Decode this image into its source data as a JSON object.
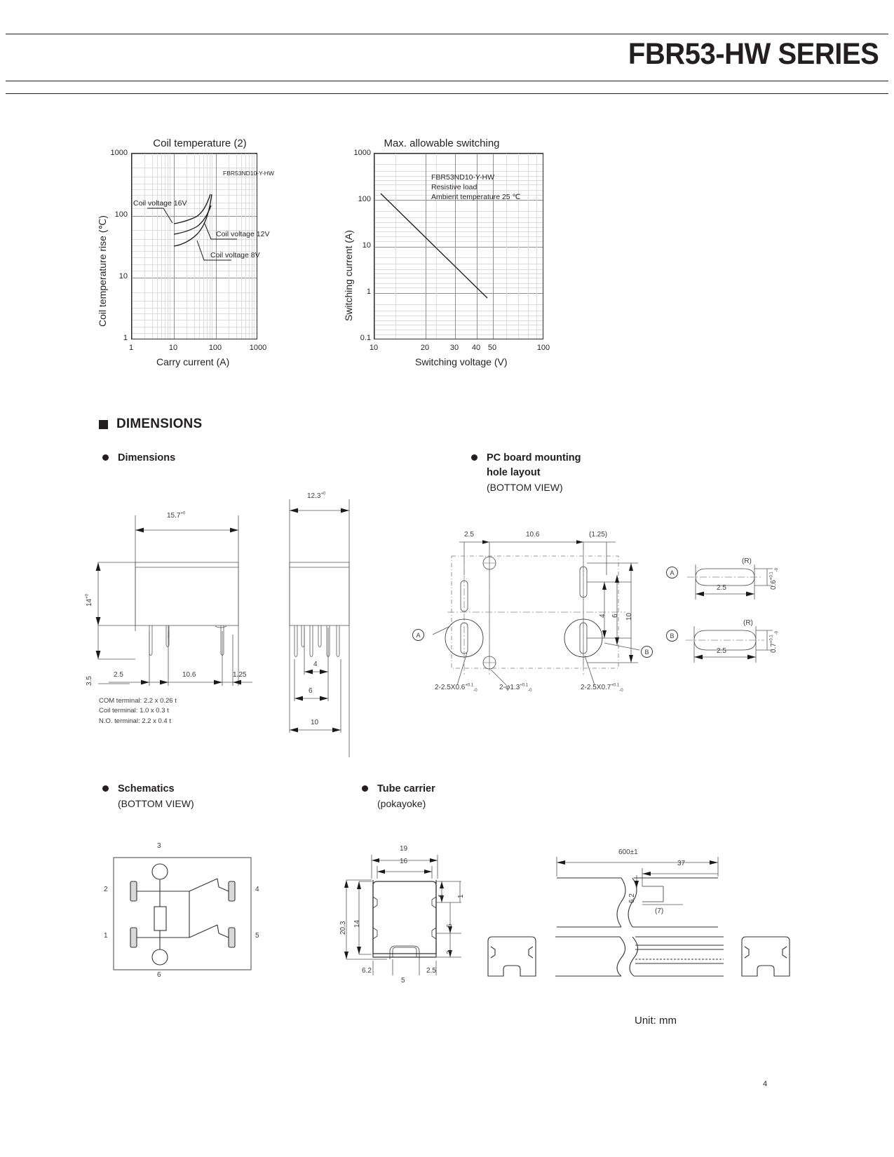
{
  "header": {
    "title": "FBR53-HW SERIES"
  },
  "charts": [
    {
      "title": "Coil temperature (2)",
      "part_note": "FBR53ND10-Y-HW",
      "xlabel": "Carry current (A)",
      "ylabel": "Coil temperature rise (℃)",
      "xticks": [
        "1",
        "10",
        "100",
        "1000"
      ],
      "yticks": [
        "1000",
        "100",
        "10",
        "1"
      ],
      "curve_labels": [
        "Coil voltage 16V",
        "Coil voltage 12V",
        "Coil voltage 8V"
      ]
    },
    {
      "title": "Max. allowable switching",
      "part_note": "FBR53ND10-Y-HW\nResistive load\nAmbient temperature 25 ℃",
      "xlabel": "Switching voltage (V)",
      "ylabel": "Switching current (A)",
      "xticks": [
        "10",
        "20",
        "30",
        "40",
        "50",
        "100"
      ],
      "yticks": [
        "1000",
        "100",
        "10",
        "1",
        "0.1"
      ]
    }
  ],
  "chart_data": [
    {
      "type": "line",
      "title": "Coil temperature (2)",
      "xlabel": "Carry current (A)",
      "ylabel": "Coil temperature rise (℃)",
      "xscale": "log",
      "yscale": "log",
      "xlim": [
        1,
        1000
      ],
      "ylim": [
        1,
        1000
      ],
      "grid": true,
      "annotation": "FBR53ND10-Y-HW",
      "series": [
        {
          "name": "Coil voltage 16V",
          "x": [
            10,
            20,
            30,
            40,
            45,
            50
          ],
          "y": [
            46,
            50,
            58,
            75,
            98,
            135
          ]
        },
        {
          "name": "Coil voltage 12V",
          "x": [
            10,
            20,
            30,
            40,
            45,
            50
          ],
          "y": [
            30,
            33,
            40,
            55,
            70,
            92
          ]
        },
        {
          "name": "Coil voltage 8V",
          "x": [
            10,
            20,
            30,
            40,
            45,
            50
          ],
          "y": [
            21,
            25,
            34,
            52,
            75,
            130
          ]
        }
      ]
    },
    {
      "type": "line",
      "title": "Max. allowable switching",
      "xlabel": "Switching voltage (V)",
      "ylabel": "Switching current (A)",
      "xscale": "log",
      "yscale": "log",
      "xlim": [
        10,
        100
      ],
      "ylim": [
        0.1,
        1000
      ],
      "grid": true,
      "annotation": "FBR53ND10-Y-HW\nResistive load\nAmbient temperature 25 ℃",
      "series": [
        {
          "name": "Resistive load limit",
          "x": [
            13,
            55
          ],
          "y": [
            150,
            0.8
          ]
        }
      ]
    }
  ],
  "dimensions_section": {
    "heading": "DIMENSIONS",
    "blocks": {
      "dimensions": {
        "label": "Dimensions"
      },
      "pcb": {
        "label": "PC board mounting\nhole layout",
        "sub": "(BOTTOM VIEW)"
      },
      "schematics": {
        "label": "Schematics",
        "sub": "(BOTTOM VIEW)"
      },
      "tube": {
        "label": "Tube carrier",
        "sub": "(pokayoke)"
      }
    },
    "front_view": {
      "width": "15.7",
      "width_tol": "+0",
      "height": "14",
      "height_tol": "+0",
      "pin_drop": "3.5",
      "pitch_a": "2.5",
      "pitch_b": "10.6",
      "pitch_c": "1.25"
    },
    "side_view": {
      "width": "12.3",
      "width_tol": "+0",
      "pitch_a": "4",
      "pitch_b": "6",
      "pitch_c": "10"
    },
    "terminal_notes": "COM terminal: 2.2 x 0.26 t\nCoil terminal: 1.0 x 0.3 t\nN.O. terminal: 2.2 x 0.4 t",
    "pcb_layout": {
      "top_dims": [
        "2.5",
        "10.6",
        "(1.25)"
      ],
      "right_dims": [
        "4",
        "6",
        "10"
      ],
      "callouts": [
        "2-2.5X0.6",
        "2-φ1.3",
        "2-2.5X0.7"
      ],
      "callout_tols": [
        "+0.1\n-0",
        "+0.1\n-0",
        "+0.1\n-0"
      ],
      "detail_a": {
        "tag": "A",
        "radius": "(R)",
        "length": "2.5",
        "width": "0.6",
        "tol": "+0.1\n-0"
      },
      "detail_b": {
        "tag": "B",
        "radius": "(R)",
        "length": "2.5",
        "width": "0.7",
        "tol": "+0.1\n-0"
      }
    },
    "schematic_pins": [
      "1",
      "2",
      "3",
      "4",
      "5",
      "6"
    ],
    "tube_carrier": {
      "cross_dims": [
        "19",
        "16",
        "14",
        "20.3",
        "4",
        "6",
        "3",
        "1",
        "6.2",
        "5",
        "2.5"
      ],
      "length_dims": [
        "600±1",
        "37",
        "6.2",
        "(7)"
      ]
    },
    "unit_note": "Unit: mm"
  },
  "footer": {
    "page_number": "4"
  }
}
